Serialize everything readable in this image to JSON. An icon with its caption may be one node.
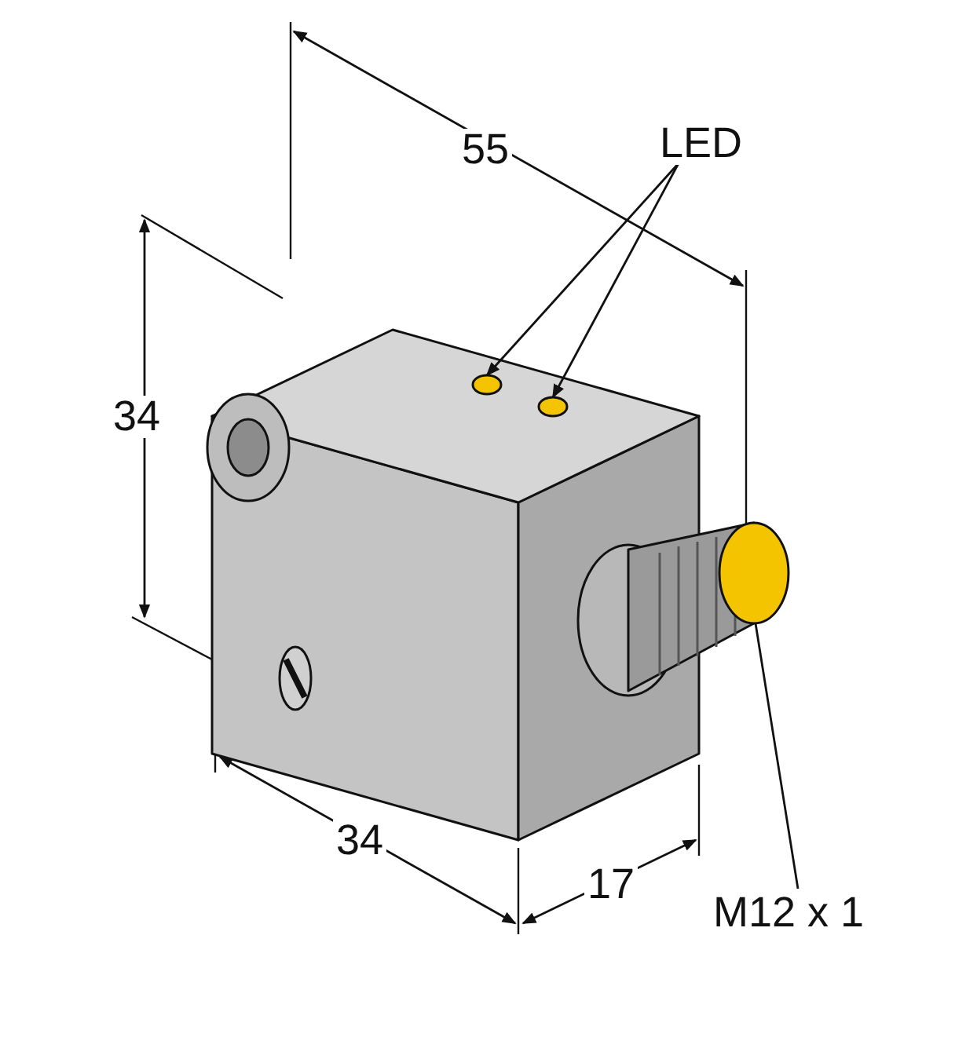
{
  "diagram": {
    "nodes": [
      {
        "text": [
          "LED"
        ]
      },
      {
        "text": [],
        "shape": "circle"
      },
      {
        "text": [],
        "shape": "circle"
      },
      {
        "text": [
          "M12 x 1"
        ]
      },
      {
        "text": [],
        "shape": "circle"
      }
    ],
    "edges": [
      {
        "from": 0,
        "to": 1,
        "arrow": "to"
      },
      {
        "from": 0,
        "to": 2,
        "arrow": "to"
      },
      {
        "from": 3,
        "to": 4,
        "arrow": "none"
      }
    ],
    "labels": [
      "55",
      "34",
      "34",
      "17"
    ]
  }
}
